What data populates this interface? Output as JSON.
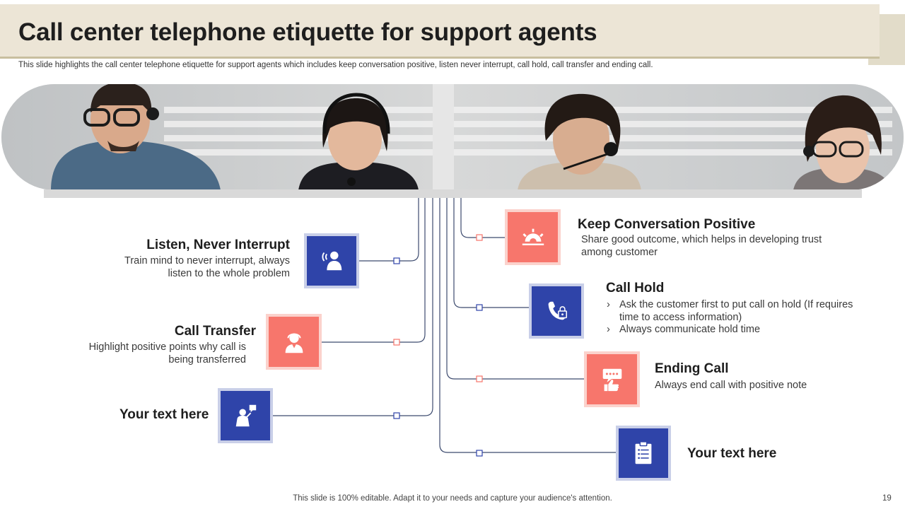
{
  "slide": {
    "title": "Call center telephone etiquette for support agents",
    "subtitle": "This slide highlights the call center telephone etiquette for support agents which includes keep conversation positive, listen never interrupt, call hold, call transfer and ending call.",
    "footer": "This slide is 100% editable. Adapt it to your needs and capture your audience's attention.",
    "page_number": "19"
  },
  "items": {
    "listen": {
      "heading": "Listen, Never Interrupt",
      "line1": "Train mind to never interrupt, always",
      "line2": "listen to the whole problem",
      "icon": "listening-agent-icon"
    },
    "transfer": {
      "heading": "Call Transfer",
      "line1": "Highlight positive points why call is",
      "line2": "being transferred",
      "icon": "support-agent-icon"
    },
    "left_text": {
      "heading": "Your text here",
      "icon": "speaking-person-icon"
    },
    "positive": {
      "heading": "Keep Conversation Positive",
      "line1": "Share good outcome, which helps in developing trust",
      "line2": "among customer",
      "icon": "sunrise-gear-icon"
    },
    "hold": {
      "heading": "Call Hold",
      "bullet_mark": "›",
      "bullet1_line1": "Ask the customer first to put call on hold (If requires",
      "bullet1_line2": "time to access information)",
      "bullet2": "Always communicate hold time",
      "icon": "phone-lock-icon"
    },
    "ending": {
      "heading": "Ending Call",
      "line1": "Always end call with positive note",
      "icon": "chat-thumbs-up-icon"
    },
    "right_text": {
      "heading": "Your text here",
      "icon": "clipboard-icon"
    }
  },
  "colors": {
    "blue": "#2f44a9",
    "coral": "#f7766c",
    "title_band": "#ece5d6",
    "wire": "#3c4a6e"
  }
}
